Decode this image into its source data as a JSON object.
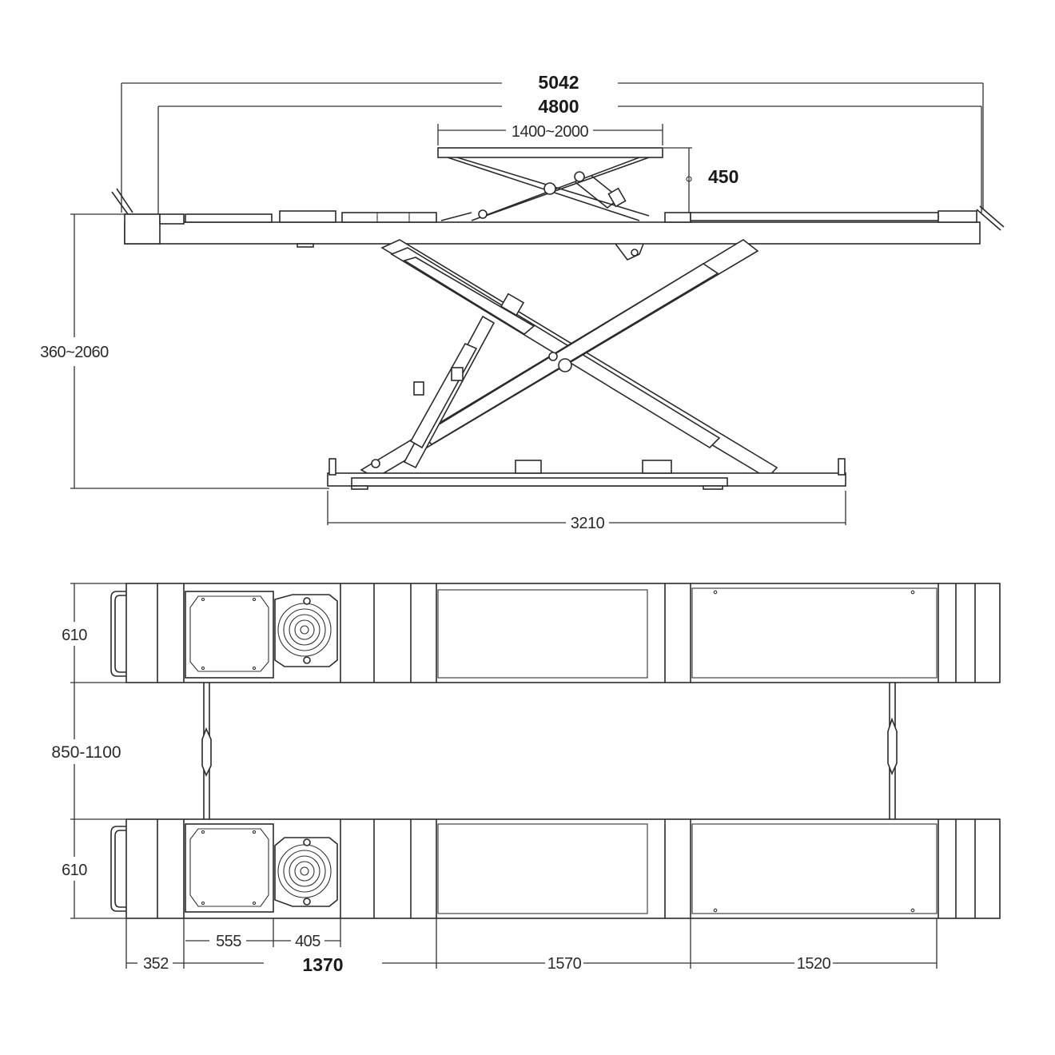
{
  "side_view": {
    "overall_length_outer": "5042",
    "overall_length_inner": "4800",
    "jack_length_range": "1400~2000",
    "jack_lift": "450",
    "lift_height_range": "360~2060",
    "base_length": "3210"
  },
  "top_view": {
    "platform_width_top": "610",
    "platform_gap_range": "850-1100",
    "platform_width_bottom": "610",
    "dim_352": "352",
    "dim_555": "555",
    "dim_405": "405",
    "dim_1370": "1370",
    "dim_1570": "1570",
    "dim_1520": "1520"
  },
  "colors": {
    "line": "#2b2b2b",
    "background": "#ffffff"
  }
}
